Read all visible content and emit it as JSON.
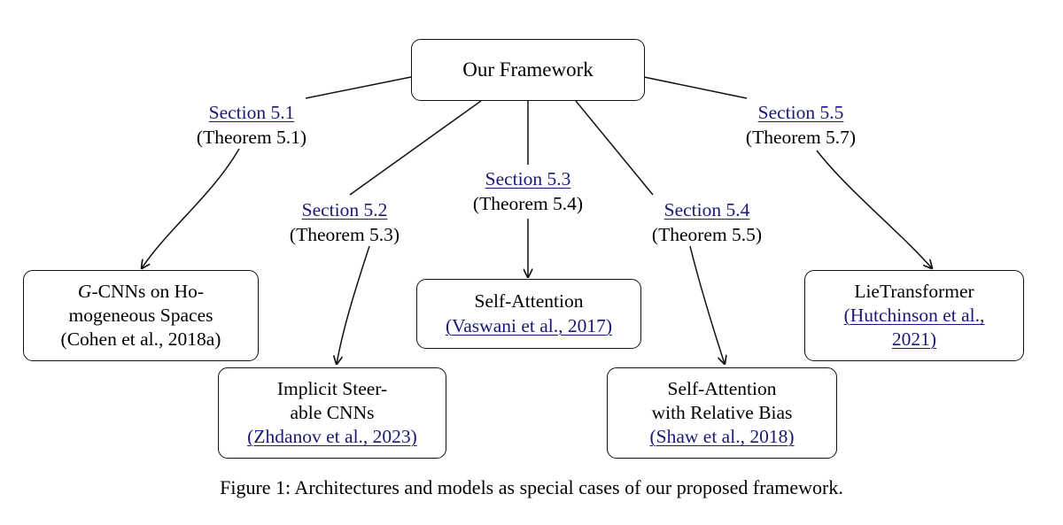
{
  "figure": {
    "caption": "Figure 1: Architectures and models as special cases of our proposed framework.",
    "link_color": "#181878",
    "text_color": "#000000",
    "box_border_color": "#111111",
    "background_color": "#ffffff"
  },
  "root": {
    "label": "Our Framework"
  },
  "edges": [
    {
      "id": "edge-51",
      "section_label": "Section 5.1",
      "theorem_label": "(Theorem 5.1)",
      "target": "g-cnns"
    },
    {
      "id": "edge-52",
      "section_label": "Section 5.2",
      "theorem_label": "(Theorem 5.3)",
      "target": "implicit-steerable-cnns"
    },
    {
      "id": "edge-53",
      "section_label": "Section 5.3",
      "theorem_label": "(Theorem 5.4)",
      "target": "self-attention"
    },
    {
      "id": "edge-54",
      "section_label": "Section 5.4",
      "theorem_label": "(Theorem 5.5)",
      "target": "self-attention-relative-bias"
    },
    {
      "id": "edge-55",
      "section_label": "Section 5.5",
      "theorem_label": "(Theorem 5.7)",
      "target": "lietransformer"
    }
  ],
  "nodes": {
    "g_cnns": {
      "line1_prefix": "G",
      "line1_rest": "-CNNs on Ho-",
      "line2": "mogeneous Spaces",
      "citation": "(Cohen et al., 2018a)",
      "citation_is_link": false
    },
    "implicit_steerable": {
      "line1": "Implicit Steer-",
      "line2": "able CNNs",
      "citation": "(Zhdanov et al., 2023)",
      "citation_is_link": true
    },
    "self_attention": {
      "line1": "Self-Attention",
      "citation": "(Vaswani et al., 2017)",
      "citation_is_link": true
    },
    "self_attention_relative_bias": {
      "line1": "Self-Attention",
      "line2": "with Relative Bias",
      "citation": "(Shaw et al., 2018)",
      "citation_is_link": true
    },
    "lietransformer": {
      "line1": "LieTransformer",
      "citation_line1": "(Hutchinson et al.,",
      "citation_line2": "2021)",
      "citation_is_link": true
    }
  }
}
